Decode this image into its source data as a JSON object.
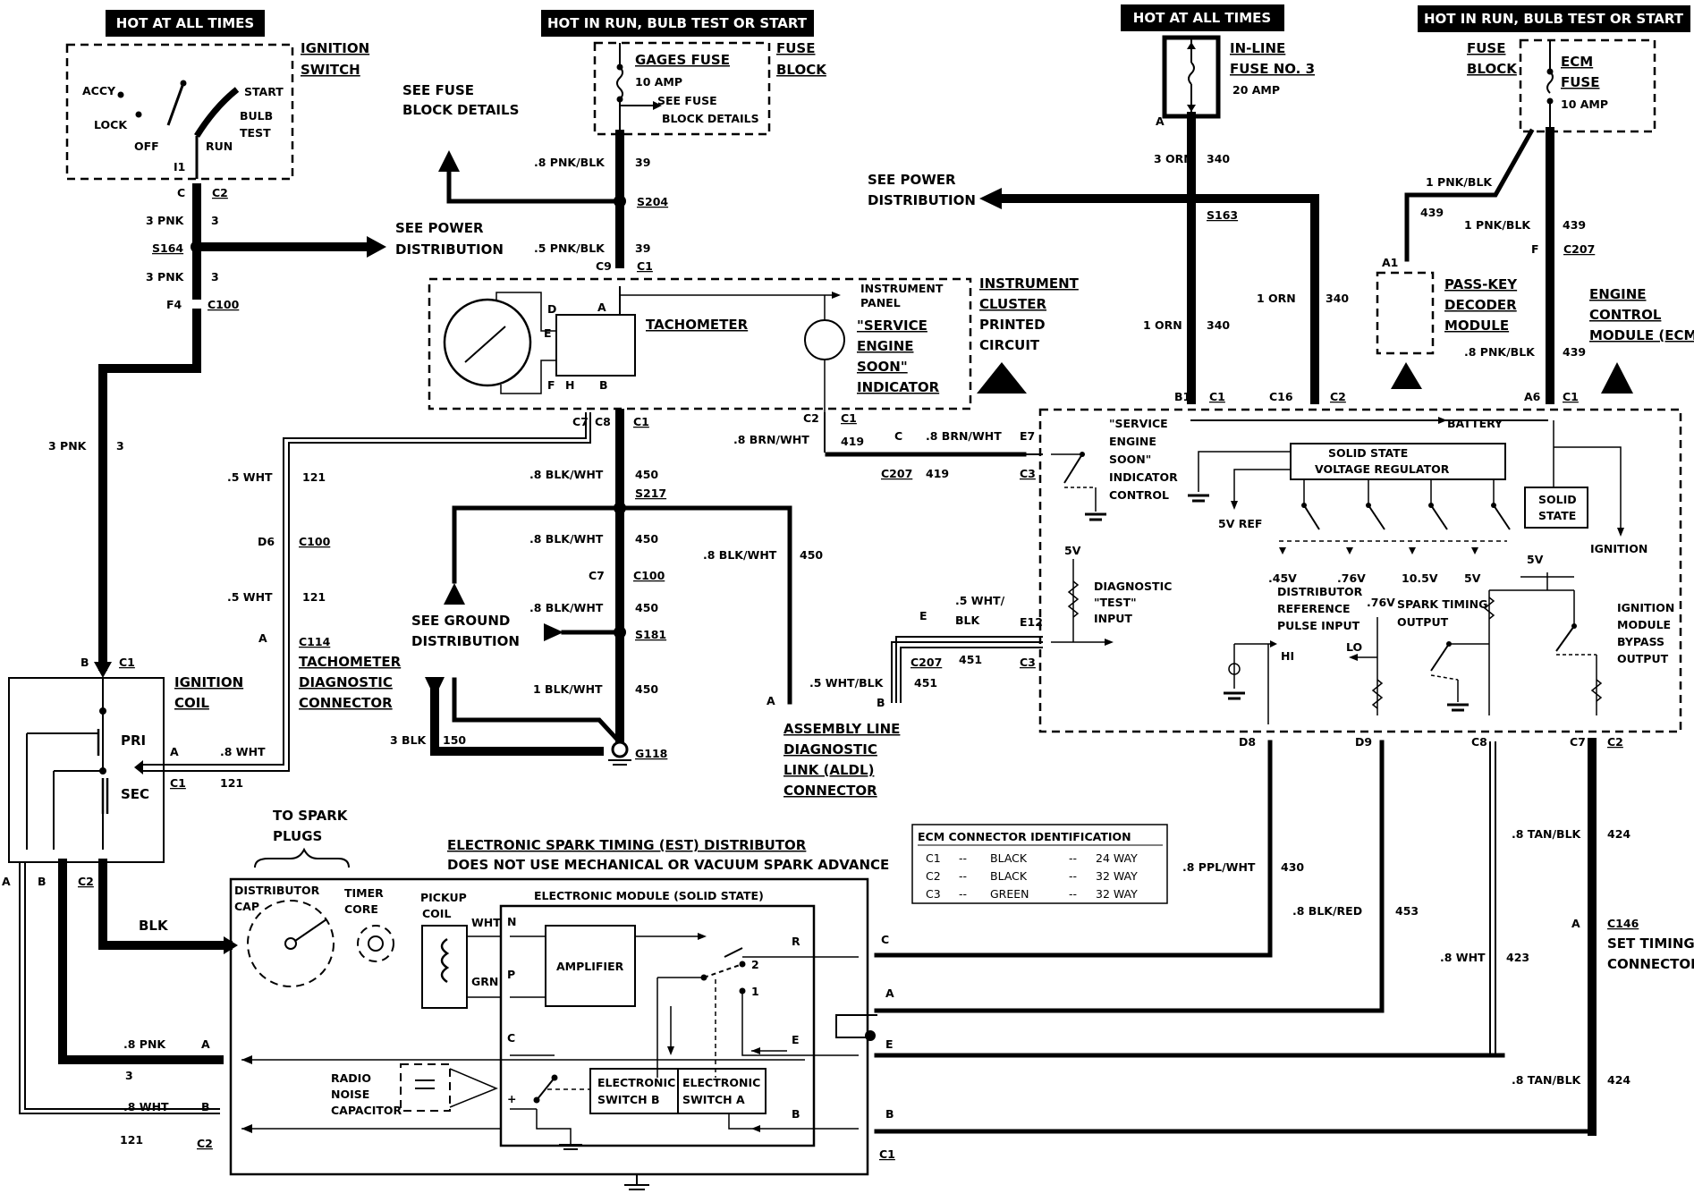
{
  "headers": {
    "hot_all_1": "HOT AT ALL TIMES",
    "hot_run_1": "HOT IN RUN, BULB TEST OR START",
    "hot_all_2": "HOT AT ALL TIMES",
    "hot_run_2": "HOT IN RUN, BULB TEST OR START"
  },
  "ignition_switch": {
    "title_1": "IGNITION",
    "title_2": "SWITCH",
    "accy": "ACCY",
    "lock": "LOCK",
    "off": "OFF",
    "run": "RUN",
    "start": "START",
    "bulb": "BULB",
    "test": "TEST",
    "pin": "I1"
  },
  "see_fuse": {
    "line1": "SEE FUSE",
    "line2": "BLOCK DETAILS"
  },
  "gages_fuse": {
    "name": "GAGES FUSE",
    "rating": "10 AMP",
    "see1": "SEE FUSE",
    "see2": "BLOCK DETAILS",
    "fb1": "FUSE",
    "fb2": "BLOCK"
  },
  "inline_fuse": {
    "l1": "IN-LINE",
    "l2": "FUSE NO. 3",
    "rating": "20 AMP"
  },
  "ecm_fuse": {
    "fb1": "FUSE",
    "fb2": "BLOCK",
    "name1": "ECM",
    "name2": "FUSE",
    "rating": "10 AMP"
  },
  "power_dist_left": {
    "l1": "SEE POWER",
    "l2": "DISTRIBUTION"
  },
  "power_dist_right": {
    "l1": "SEE POWER",
    "l2": "DISTRIBUTION"
  },
  "ground_dist": {
    "l1": "SEE GROUND",
    "l2": "DISTRIBUTION"
  },
  "splices": {
    "s164": "S164",
    "s204": "S204",
    "s163": "S163",
    "s217": "S217",
    "s181": "S181",
    "g118": "G118"
  },
  "cluster": {
    "tach": "TACHOMETER",
    "ip1": "INSTRUMENT",
    "ip2": "PANEL",
    "ses1": "\"SERVICE",
    "ses2": "ENGINE",
    "ses3": "SOON\"",
    "ses4": "INDICATOR",
    "ic1": "INSTRUMENT",
    "ic2": "CLUSTER",
    "ic3": "PRINTED",
    "ic4": "CIRCUIT",
    "pin_a": "A",
    "pin_b": "B",
    "pin_d": "D",
    "pin_e": "E",
    "pin_f": "F",
    "pin_h": "H"
  },
  "pass_key": {
    "l1": "PASS-KEY",
    "l2": "DECODER",
    "l3": "MODULE",
    "pin": "A1"
  },
  "ecm_label": {
    "l1": "ENGINE",
    "l2": "CONTROL",
    "l3": "MODULE (ECM)"
  },
  "ecm": {
    "battery": "BATTERY",
    "reg1": "SOLID STATE",
    "reg2": "VOLTAGE REGULATOR",
    "ss1": "SOLID",
    "ss2": "STATE",
    "ignition": "IGNITION",
    "vref": "5V REF",
    "sesc1": "\"SERVICE",
    "sesc2": "ENGINE",
    "sesc3": "SOON\"",
    "sesc4": "INDICATOR",
    "sesc5": "CONTROL",
    "diag1": "DIAGNOSTIC",
    "diag2": "\"TEST\"",
    "diag3": "INPUT",
    "v45": ".45V",
    "v76a": ".76V",
    "v105": "10.5V",
    "v5a": "5V",
    "v5b": "5V",
    "v5c": "5V",
    "v76b": ".76V",
    "dr1": "DISTRIBUTOR",
    "dr2": "REFERENCE",
    "dr3": "PULSE INPUT",
    "hi": "HI",
    "lo": "LO",
    "st1": "SPARK TIMING",
    "st2": "OUTPUT",
    "bp1": "IGNITION",
    "bp2": "MODULE",
    "bp3": "BYPASS",
    "bp4": "OUTPUT"
  },
  "connectors": {
    "c": "C",
    "c2": "C2",
    "f4": "F4",
    "c100": "C100",
    "c9": "C9",
    "c1": "C1",
    "c7": "C7",
    "c8": "C8",
    "d6": "D6",
    "a": "A",
    "c114": "C114",
    "b": "B",
    "e": "E",
    "c207": "C207",
    "e7": "E7",
    "c3": "C3",
    "e12": "E12",
    "f": "F",
    "b1": "B1",
    "c16": "C16",
    "a6": "A6",
    "d8": "D8",
    "d9": "D9",
    "c146": "C146"
  },
  "wires": {
    "w3pnk": "3 PNK",
    "n3": "3",
    "w8pnkblk": ".8 PNK/BLK",
    "w5pnkblk": ".5 PNK/BLK",
    "n39": "39",
    "w3orn": "3 ORN",
    "n340": "340",
    "w1orn": "1 ORN",
    "w1pnkblk": "1 PNK/BLK",
    "n439": "439",
    "w5wht": ".5 WHT",
    "n121": "121",
    "w8blkwht": ".8 BLK/WHT",
    "n450": "450",
    "w1blkwht": "1 BLK/WHT",
    "w3blk": "3 BLK",
    "n150": "150",
    "w8brnwht": ".8 BRN/WHT",
    "n419": "419",
    "w5whtblk1": ".5 WHT/",
    "w5whtblk2": "BLK",
    "w5whtblk": ".5 WHT/BLK",
    "n451": "451",
    "w8wht": ".8 WHT",
    "w8ppl": ".8 PPL/WHT",
    "n430": "430",
    "w8blkred": ".8 BLK/RED",
    "n453": "453",
    "n423": "423",
    "w8tanblk": ".8 TAN/BLK",
    "n424": "424",
    "blk": "BLK",
    "w8pnk": ".8 PNK"
  },
  "tach_conn": {
    "l1": "TACHOMETER",
    "l2": "DIAGNOSTIC",
    "l3": "CONNECTOR"
  },
  "aldl": {
    "l1": "ASSEMBLY LINE",
    "l2": "DIAGNOSTIC",
    "l3": "LINK (ALDL)",
    "l4": "CONNECTOR"
  },
  "coil": {
    "l1": "IGNITION",
    "l2": "COIL",
    "pri": "PRI",
    "sec": "SEC"
  },
  "set_timing": {
    "l1": "SET TIMING",
    "l2": "CONNECTOR"
  },
  "est": {
    "title1": "ELECTRONIC SPARK TIMING (EST) DISTRIBUTOR",
    "title2": "DOES NOT USE MECHANICAL OR VACUUM SPARK ADVANCE",
    "plugs1": "TO SPARK",
    "plugs2": "PLUGS",
    "cap1": "DISTRIBUTOR",
    "cap2": "CAP",
    "core1": "TIMER",
    "core2": "CORE",
    "pick1": "PICKUP",
    "pick2": "COIL",
    "wht": "WHT",
    "grn": "GRN",
    "module": "ELECTRONIC MODULE (SOLID STATE)",
    "amp": "AMPLIFIER",
    "swb1": "ELECTRONIC",
    "swb2": "SWITCH B",
    "swa1": "ELECTRONIC",
    "swa2": "SWITCH A",
    "rad1": "RADIO",
    "rad2": "NOISE",
    "rad3": "CAPACITOR",
    "n": "N",
    "p": "P",
    "c": "C",
    "plus": "+",
    "r": "R",
    "e": "E",
    "b": "B",
    "one": "1",
    "two": "2"
  },
  "ecm_table": {
    "title": "ECM CONNECTOR IDENTIFICATION",
    "rows": [
      {
        "id": "C1",
        "dash1": "--",
        "color": "BLACK",
        "dash2": "--",
        "way": "24 WAY"
      },
      {
        "id": "C2",
        "dash1": "--",
        "color": "BLACK",
        "dash2": "--",
        "way": "32 WAY"
      },
      {
        "id": "C3",
        "dash1": "--",
        "color": "GREEN",
        "dash2": "--",
        "way": "32 WAY"
      }
    ]
  }
}
